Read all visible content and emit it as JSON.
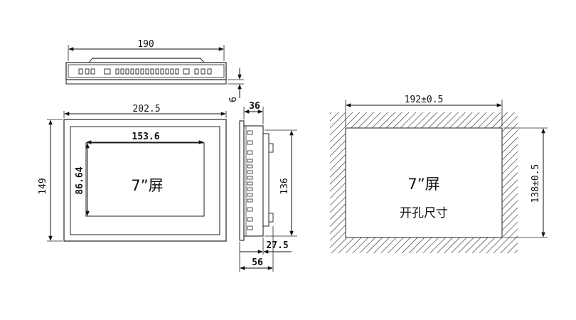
{
  "top_view": {
    "width_label": "190",
    "thickness_label": "6"
  },
  "front_view": {
    "width_label": "202.5",
    "height_label": "149",
    "display_width_label": "153.6",
    "display_height_label": "86.64",
    "screen_label": "7”屏"
  },
  "side_view": {
    "depth_label": "36",
    "height_label": "136",
    "back_depth_label": "27.5",
    "total_depth_label": "56"
  },
  "cutout_view": {
    "width_label": "192±0.5",
    "height_label": "138±0.5",
    "screen_label": "7”屏",
    "title": "开孔尺寸"
  }
}
